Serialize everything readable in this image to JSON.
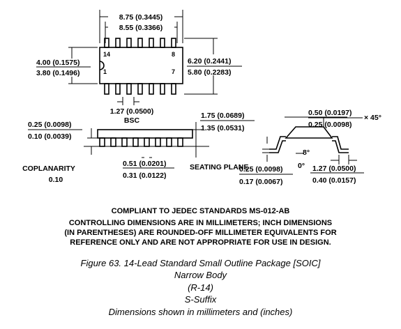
{
  "top_view": {
    "width_outer": "8.75 (0.3445)",
    "width_inner": "8.55 (0.3366)",
    "height_max": "4.00 (0.1575)",
    "height_min": "3.80 (0.1496)",
    "lead_span_max": "6.20 (0.2441)",
    "lead_span_min": "5.80 (0.2283)",
    "pin_14": "14",
    "pin_8": "8",
    "pin_1": "1",
    "pin_7": "7",
    "pitch": "1.27 (0.0500)",
    "pitch_note": "BSC"
  },
  "side_view": {
    "standoff_max": "0.25 (0.0098)",
    "standoff_min": "0.10 (0.0039)",
    "height_max": "1.75 (0.0689)",
    "height_min": "1.35 (0.0531)",
    "lead_width_max": "0.51 (0.0201)",
    "lead_width_min": "0.31 (0.0122)",
    "coplanarity_label": "COPLANARITY",
    "coplanarity_value": "0.10",
    "seating_plane": "SEATING PLANE"
  },
  "end_view": {
    "chamfer_max": "0.50 (0.0197)",
    "chamfer_min": "0.25 (0.0098)",
    "chamfer_angle": "× 45°",
    "angle_max": "8°",
    "angle_min": "0°",
    "lead_thickness_max": "0.25 (0.0098)",
    "lead_thickness_min": "0.17 (0.0067)",
    "foot_length_max": "1.27 (0.0500)",
    "foot_length_min": "0.40 (0.0157)"
  },
  "notes": {
    "standard": "COMPLIANT TO JEDEC STANDARDS MS-012-AB",
    "line1": "CONTROLLING DIMENSIONS ARE IN MILLIMETERS; INCH DIMENSIONS",
    "line2": "(IN PARENTHESES) ARE ROUNDED-OFF MILLIMETER EQUIVALENTS FOR",
    "line3": "REFERENCE ONLY AND ARE NOT APPROPRIATE FOR USE IN DESIGN."
  },
  "caption": {
    "title": "Figure 63. 14-Lead Standard Small Outline Package [SOIC]",
    "line2": "Narrow Body",
    "line3": "(R-14)",
    "line4": "S-Suffix",
    "line5": "Dimensions shown in millimeters and (inches)"
  }
}
